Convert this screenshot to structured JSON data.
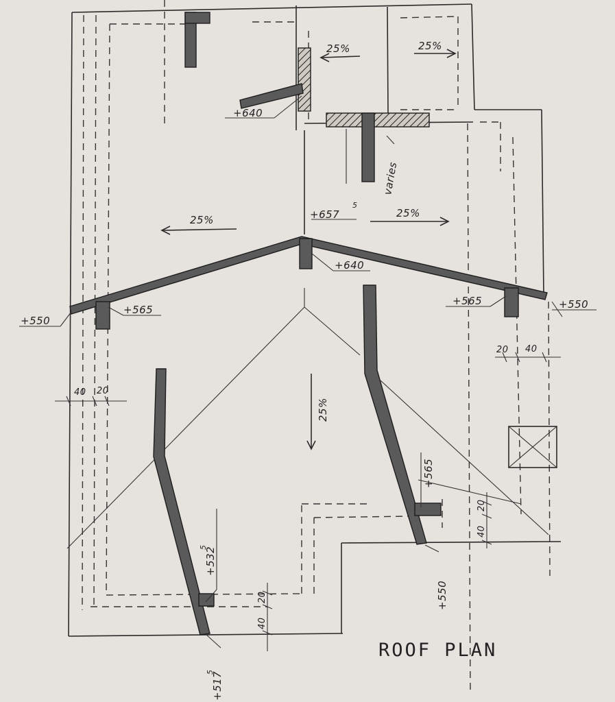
{
  "title": "ROOF PLAN",
  "slopes": {
    "top_left": "25%",
    "top_right": "25%",
    "mid_left": "25%",
    "mid_right": "25%",
    "center_down": "25%"
  },
  "levels": {
    "ridge": "+657",
    "ridge_sup": "5",
    "ridge_post": "+640",
    "upper_post": "+640",
    "left_eave": "+550",
    "left_post": "+565",
    "right_eave": "+550",
    "right_post": "+565",
    "diag_right_post": "+565",
    "diag_right_base": "+550",
    "diag_left_post": "+532",
    "diag_left_post_sup": "5",
    "diag_left_base": "+517",
    "diag_left_base_sup": "5"
  },
  "notes": {
    "varies": "varies"
  },
  "dimensions": {
    "left_40": "40",
    "left_20": "20",
    "right_20": "20",
    "right_40": "40",
    "br_20": "20",
    "br_40": "40",
    "bottom_20": "20",
    "bottom_40": "40"
  },
  "colors": {
    "paper": "#e6e3de",
    "ink": "#222222",
    "wall_fill": "#5a5a5a"
  }
}
